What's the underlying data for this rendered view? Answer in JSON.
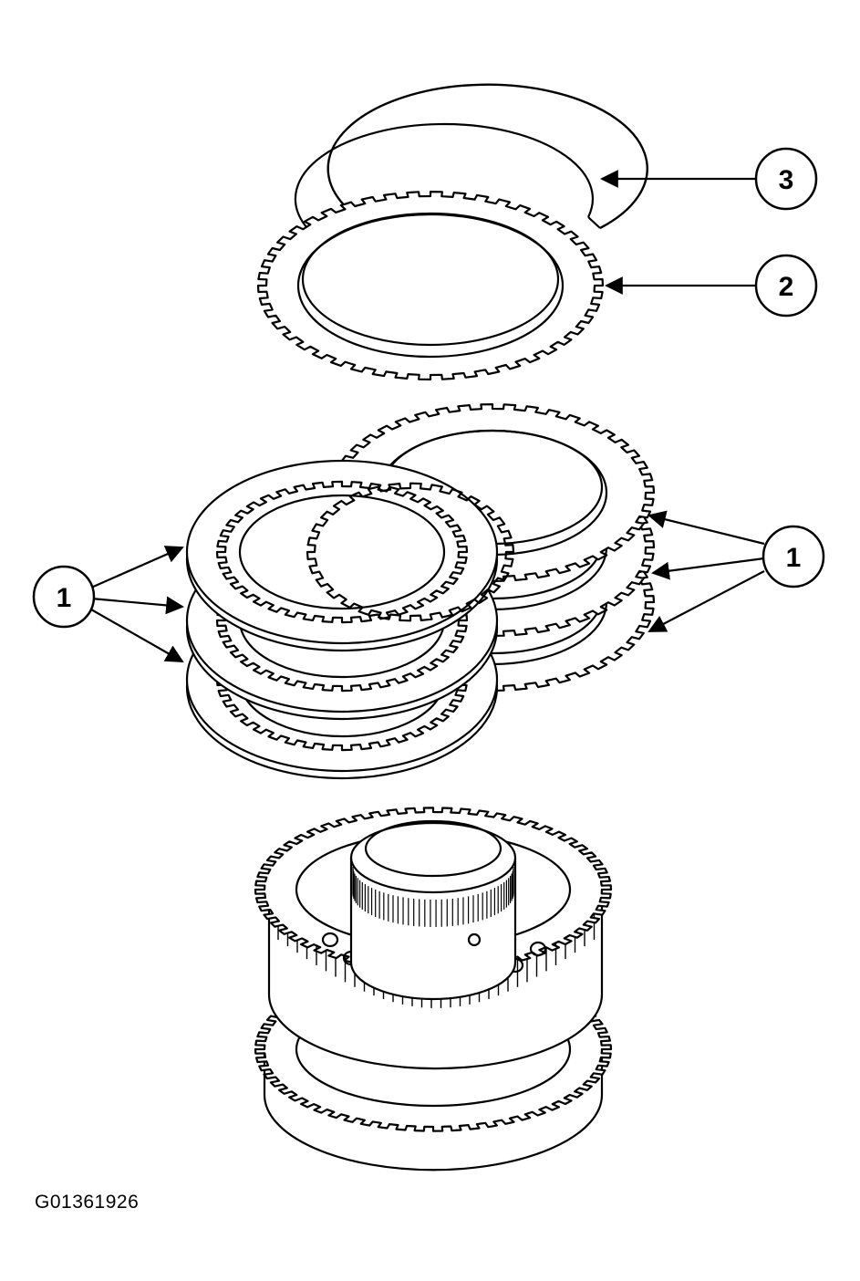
{
  "figure_id": "G01361926",
  "callouts": [
    {
      "number": "3",
      "part": "snap-ring"
    },
    {
      "number": "2",
      "part": "pressure-plate"
    },
    {
      "number": "1",
      "part": "clutch-plates-left"
    },
    {
      "number": "1",
      "part": "clutch-plates-right"
    }
  ]
}
